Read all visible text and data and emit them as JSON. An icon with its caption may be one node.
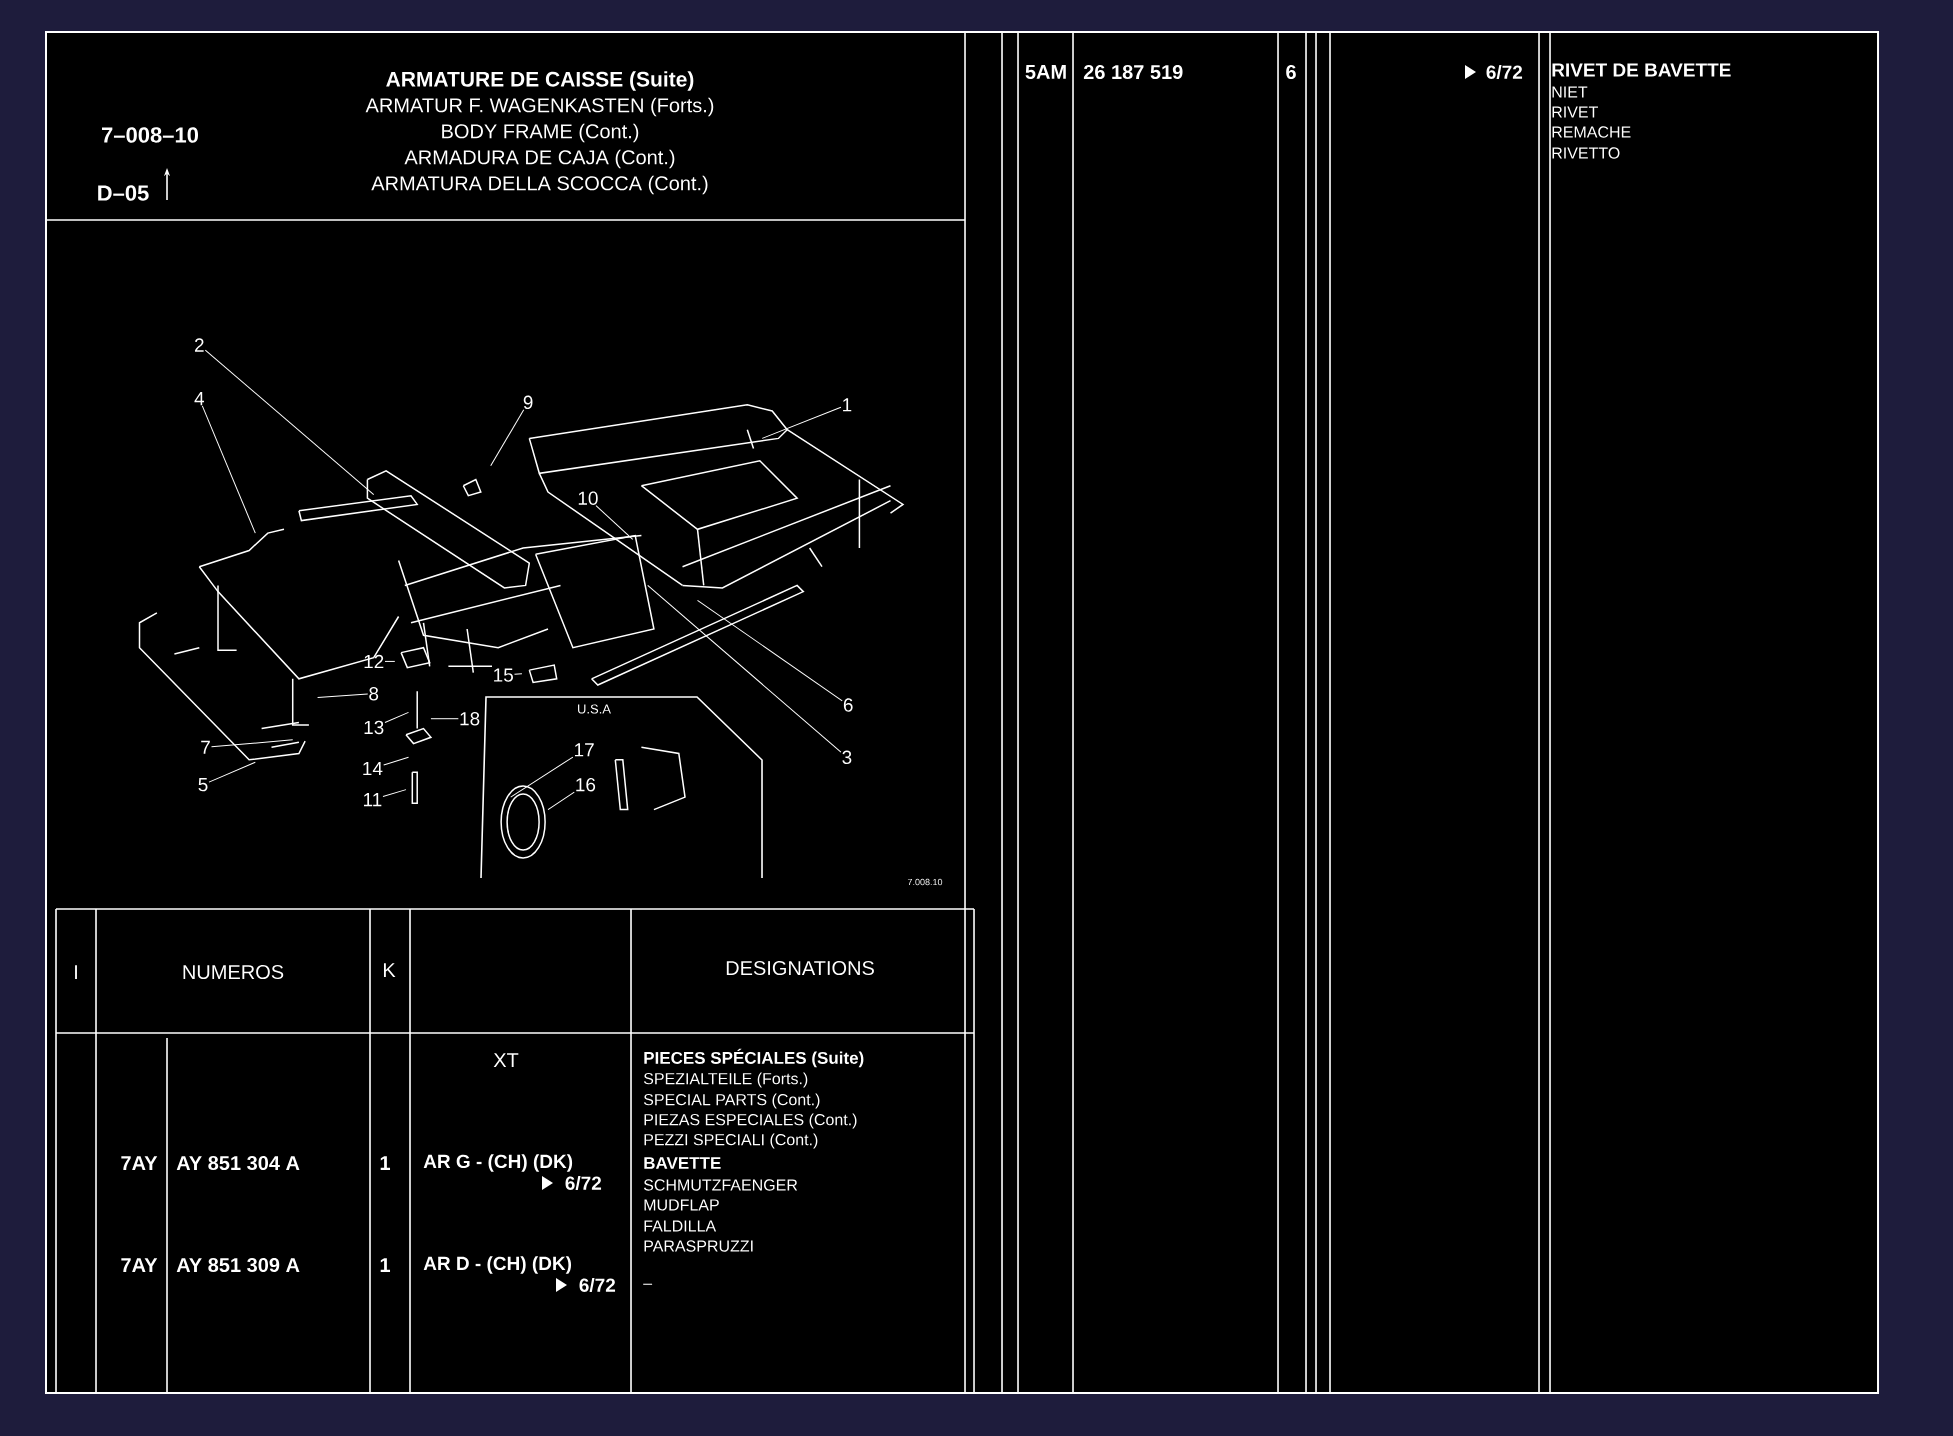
{
  "diagram": {
    "nodes": [
      {
        "text": [
          "1"
        ]
      },
      {
        "text": [
          "2"
        ]
      },
      {
        "text": [
          "3"
        ]
      },
      {
        "text": [
          "4"
        ]
      },
      {
        "text": [
          "5"
        ]
      },
      {
        "text": [
          "6"
        ]
      },
      {
        "text": [
          "7"
        ]
      },
      {
        "text": [
          "8"
        ]
      },
      {
        "text": [
          "9"
        ]
      },
      {
        "text": [
          "10"
        ]
      },
      {
        "text": [
          "11"
        ]
      },
      {
        "text": [
          "12"
        ]
      },
      {
        "text": [
          "13"
        ]
      },
      {
        "text": [
          "14"
        ]
      },
      {
        "text": [
          "15"
        ]
      },
      {
        "text": [
          "16"
        ]
      },
      {
        "text": [
          "17"
        ]
      },
      {
        "text": [
          "18"
        ]
      }
    ],
    "edges": [
      {
        "from": 0,
        "to": null,
        "arrow": "none"
      },
      {
        "from": 1,
        "to": null,
        "arrow": "none"
      },
      {
        "from": 2,
        "to": null,
        "arrow": "none"
      },
      {
        "from": 3,
        "to": null,
        "arrow": "none"
      },
      {
        "from": 4,
        "to": null,
        "arrow": "none"
      },
      {
        "from": 5,
        "to": null,
        "arrow": "none"
      },
      {
        "from": 6,
        "to": null,
        "arrow": "none"
      },
      {
        "from": 7,
        "to": null,
        "arrow": "none"
      },
      {
        "from": 8,
        "to": null,
        "arrow": "none"
      },
      {
        "from": 9,
        "to": null,
        "arrow": "none"
      },
      {
        "from": 10,
        "to": null,
        "arrow": "none"
      },
      {
        "from": 11,
        "to": null,
        "arrow": "none"
      },
      {
        "from": 12,
        "to": null,
        "arrow": "none"
      },
      {
        "from": 13,
        "to": null,
        "arrow": "none"
      },
      {
        "from": 14,
        "to": null,
        "arrow": "none"
      },
      {
        "from": 15,
        "to": null,
        "arrow": "none"
      },
      {
        "from": 16,
        "to": null,
        "arrow": "none"
      },
      {
        "from": 17,
        "to": null,
        "arrow": "none"
      }
    ],
    "labels": [
      "7–008–10",
      "D–05",
      "ARMATURE DE CAISSE (Suite)",
      "ARMATUR F. WAGENKASTEN (Forts.)",
      "BODY FRAME (Cont.)",
      "ARMADURA DE CAJA (Cont.)",
      "ARMATURA DELLA SCOCCA (Cont.)",
      "U.S.A",
      "7.008.10",
      "I",
      "NUMEROS",
      "K",
      "DESIGNATIONS",
      "XT",
      "7AY",
      "AY 851 304 A",
      "1",
      "AR G - (CH) (DK)",
      "6/72",
      "PIECES SPÉCIALES (Suite)",
      "SPEZIALTEILE (Forts.)",
      "SPECIAL PARTS (Cont.)",
      "PIEZAS ESPECIALES (Cont.)",
      "PEZZI SPECIALI (Cont.)",
      "BAVETTE",
      "SCHMUTZFAENGER",
      "MUDFLAP",
      "FALDILLA",
      "PARASPRUZZI",
      "7AY",
      "AY 851 309 A",
      "1",
      "AR D - (CH) (DK)",
      "6/72",
      "–",
      "5AM",
      "26 187 519",
      "6",
      "6/72",
      "RIVET DE BAVETTE",
      "NIET",
      "RIVET",
      "REMACHE",
      "RIVETTO"
    ]
  }
}
